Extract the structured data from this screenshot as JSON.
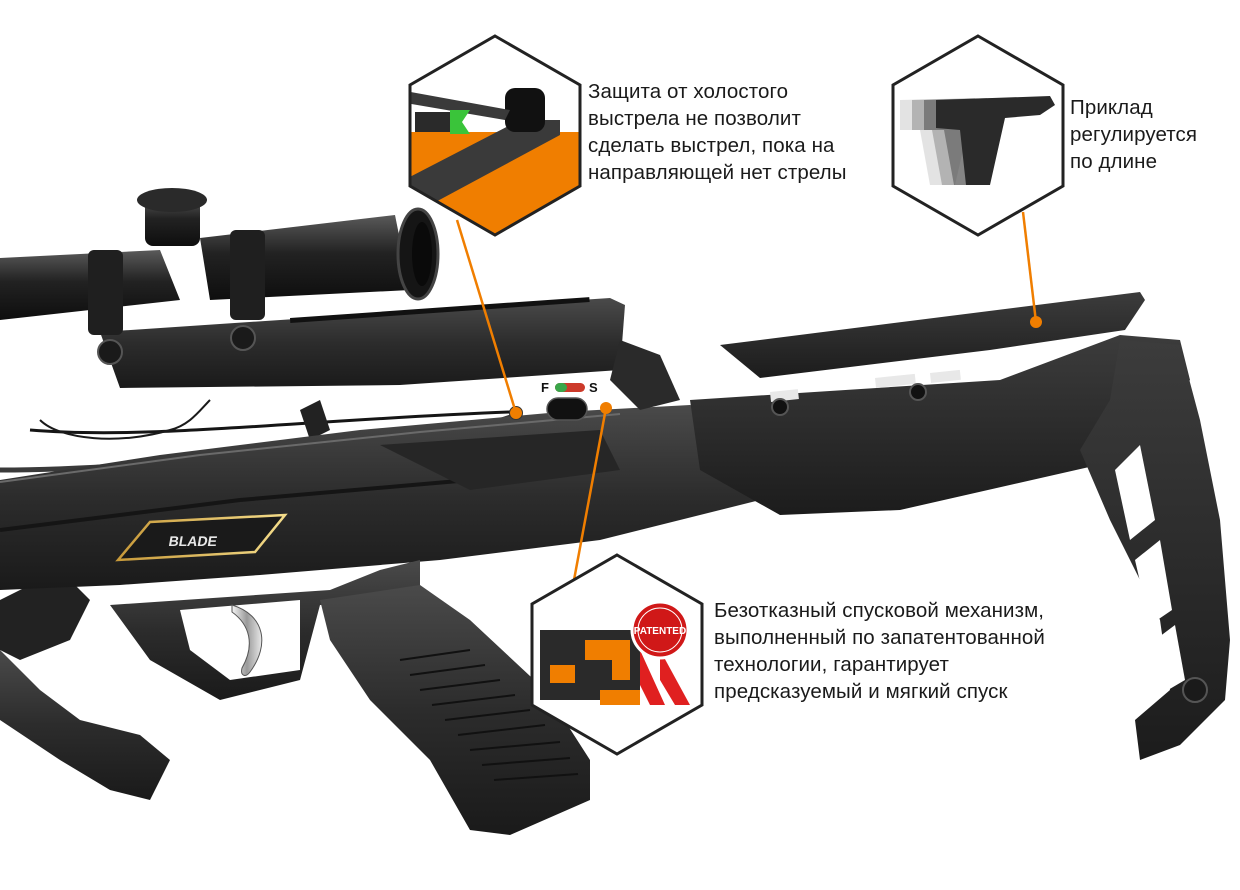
{
  "colors": {
    "accent": "#f07e00",
    "body": "#2b2b2b",
    "hex_border": "#222222"
  },
  "callouts": [
    {
      "id": "dry-fire",
      "icon": "dry-fire-safety-icon",
      "text": "Защита от холостого\nвыстрела не позволит\nсделать выстрел, пока на\nнаправляющей нет стрелы"
    },
    {
      "id": "stock",
      "icon": "adjustable-stock-icon",
      "text": "Приклад\nрегулируется\nпо длине"
    },
    {
      "id": "trigger",
      "icon": "patented-trigger-icon",
      "badge": "PATENTED",
      "text": "Безотказный спусковой механизм,\nвыполненный по запатентованной\nтехнологии, гарантирует\nпредсказуемый и мягкий спуск"
    }
  ],
  "product": {
    "logo_text": "BLADE",
    "safety_f": "F",
    "safety_s": "S"
  }
}
